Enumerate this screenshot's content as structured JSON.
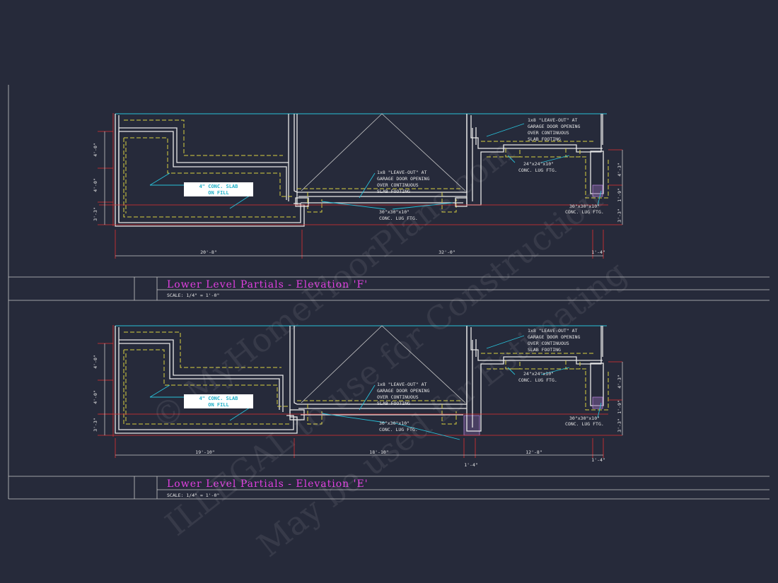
{
  "watermark": {
    "line1": "© MyHomeFloorPlans.com",
    "line2": "ILLEGAL to use for Construction",
    "line3": "May be used for Estimating"
  },
  "elevation_f": {
    "title": "Lower Level Partials - Elevation 'F'",
    "scale": "SCALE: 1/4\" = 1'-0\"",
    "slab": [
      "4\" CONC. SLAB",
      "ON FILL"
    ],
    "garage_note": [
      "1x8 \"LEAVE-OUT\" AT",
      "GARAGE DOOR OPENING",
      "OVER CONTINUOUS",
      "SLAB FOOTING"
    ],
    "right_note": [
      "1x8 \"LEAVE-OUT\" AT",
      "GARAGE DOOR OPENING",
      "OVER CONTINUOUS",
      "SLAB FOOTING"
    ],
    "lug_30": [
      "30\"x30\"x10\"",
      "CONC. LUG FTG."
    ],
    "lug_24": [
      "24\"x24\"x10\"",
      "CONC. LUG FTG."
    ],
    "lug_30_right": [
      "30\"x30\"x10\"",
      "CONC. LUG FTG."
    ],
    "dims_bottom": [
      "20'-8\"",
      "32'-0\"",
      "1'-4\""
    ],
    "dims_left": [
      "4'-0\"",
      "4'-0\"",
      "3'-3\""
    ],
    "dims_right": [
      "4'-3\"",
      "1'-9\"",
      "3'-3\""
    ]
  },
  "elevation_e": {
    "title": "Lower Level Partials - Elevation 'E'",
    "scale": "SCALE: 1/4\" = 1'-0\"",
    "slab": [
      "4\" CONC. SLAB",
      "ON FILL"
    ],
    "garage_note": [
      "1x8 \"LEAVE-OUT\" AT",
      "GARAGE DOOR OPENING",
      "OVER CONTINUOUS",
      "SLAB FOOTING"
    ],
    "right_note": [
      "1x8 \"LEAVE-OUT\" AT",
      "GARAGE DOOR OPENING",
      "OVER CONTINUOUS",
      "SLAB FOOTING"
    ],
    "lug_30": [
      "30\"x30\"x10\"",
      "CONC. LUG FTG."
    ],
    "lug_24": [
      "24\"x24\"x10\"",
      "CONC. LUG FTG."
    ],
    "lug_30_right": [
      "30\"x30\"x10\"",
      "CONC. LUG FTG."
    ],
    "dims_bottom": [
      "19'-10\"",
      "18'-10\"",
      "12'-8\"",
      "1'-4\""
    ],
    "dims_extra": [
      "1'-4\""
    ],
    "dims_left": [
      "4'-0\"",
      "4'-0\"",
      "3'-3\""
    ],
    "dims_right": [
      "4'-3\"",
      "1'-9\"",
      "3'-3\""
    ]
  },
  "colors": {
    "background": "#262a3a",
    "title": "#e040e0",
    "cyan": "#28c0d8",
    "footing": "#d8d040",
    "dimension": "#e03030"
  }
}
